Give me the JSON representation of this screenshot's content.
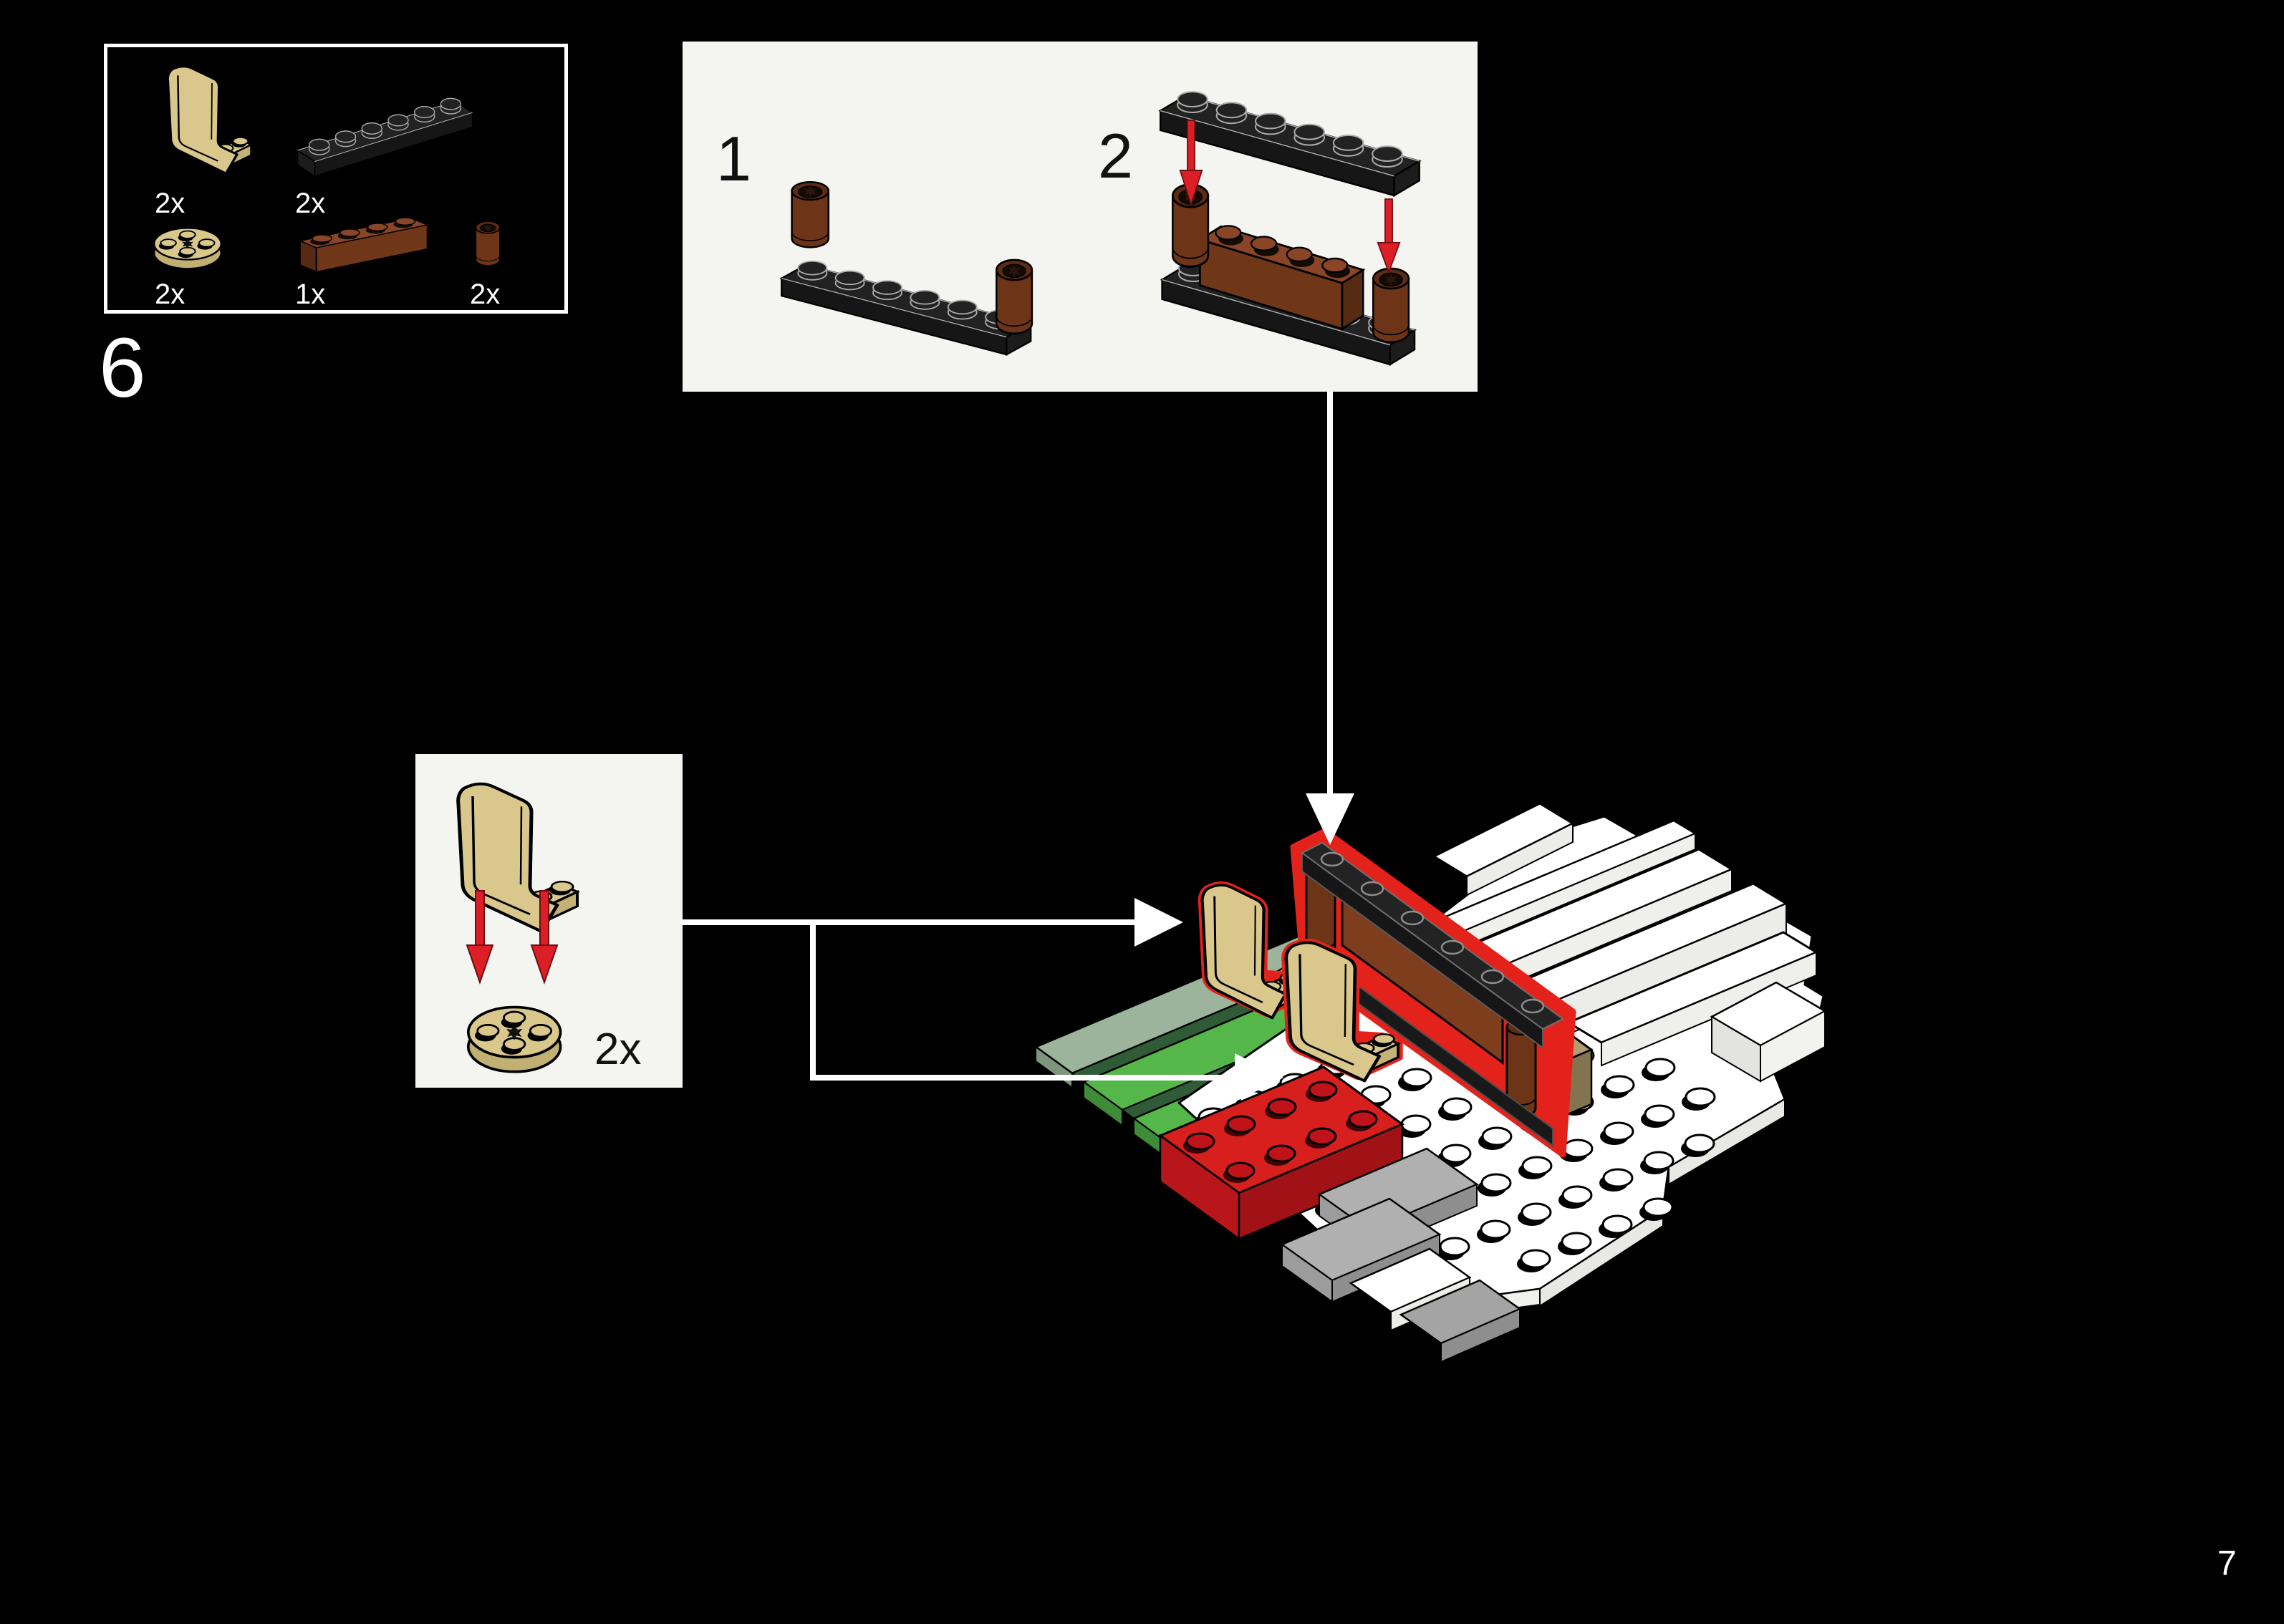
{
  "page": {
    "background": "#000000",
    "step_number": "6",
    "page_number": "7"
  },
  "parts_box": {
    "items": [
      {
        "part": "seat-2x2-tan",
        "qty": "2x"
      },
      {
        "part": "plate-1x6-black",
        "qty": "2x"
      },
      {
        "part": "round-plate-2x2-tan",
        "qty": "2x"
      },
      {
        "part": "brick-1x4-reddish-brown",
        "qty": "1x"
      },
      {
        "part": "round-brick-1x1-reddish-brown",
        "qty": "2x"
      }
    ]
  },
  "sub_steps": [
    {
      "label": "1"
    },
    {
      "label": "2"
    }
  ],
  "callout": {
    "qty": "2x"
  },
  "colors": {
    "background": "#000000",
    "panel_bg": "#F4F4F1",
    "highlight_outline": "#E3231B",
    "arrow_red": "#DC1F26",
    "tan": "#D9C78C",
    "dark_tan": "#B29B6E",
    "reddish_brown": "#7E3E1E",
    "black_part": "#1E1E1E",
    "bright_green": "#55B649",
    "dark_green": "#2F5C36",
    "sage_green": "#9DB49C",
    "red_plate": "#D7201E",
    "gray": "#B0B0B0",
    "white_part": "#FFFFFF"
  }
}
